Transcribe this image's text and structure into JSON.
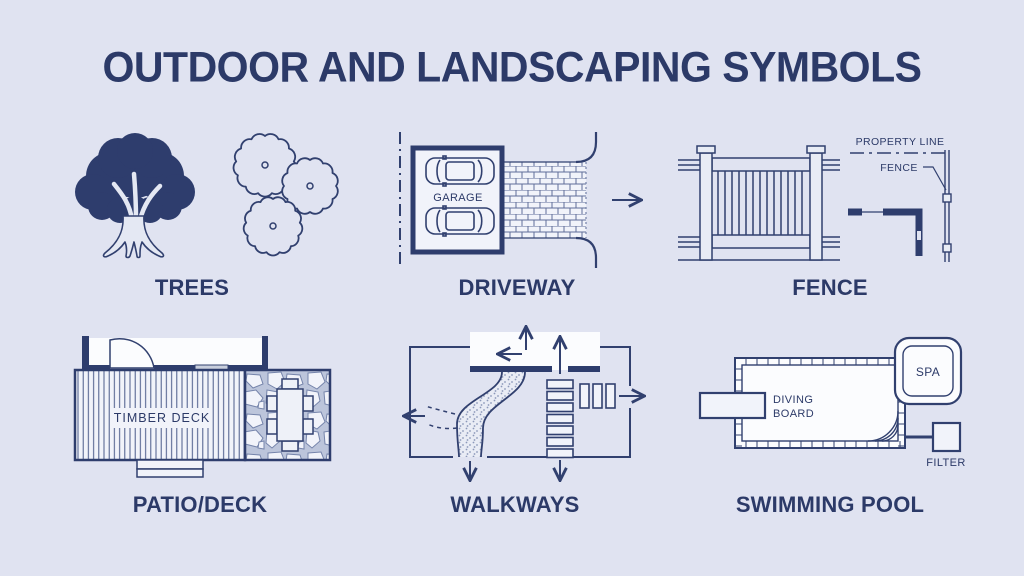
{
  "title": "OUTDOOR AND LANDSCAPING SYMBOLS",
  "colors": {
    "background": "#e0e3f1",
    "navy": "#2c3a68",
    "line": "#31406f",
    "fill_light": "#f1f3fa"
  },
  "sections": {
    "trees": {
      "label": "TREES"
    },
    "driveway": {
      "label": "DRIVEWAY",
      "garage": "GARAGE"
    },
    "fence": {
      "label": "FENCE",
      "property_line_note": "PROPERTY LINE",
      "fence_note": "FENCE"
    },
    "patio_deck": {
      "label": "PATIO/DECK",
      "deck_note": "TIMBER DECK"
    },
    "walkways": {
      "label": "WALKWAYS"
    },
    "swimming_pool": {
      "label": "SWIMMING POOL",
      "spa_note": "SPA",
      "diving_note_line1": "DIVING",
      "diving_note_line2": "BOARD",
      "filter_note": "FILTER"
    }
  }
}
